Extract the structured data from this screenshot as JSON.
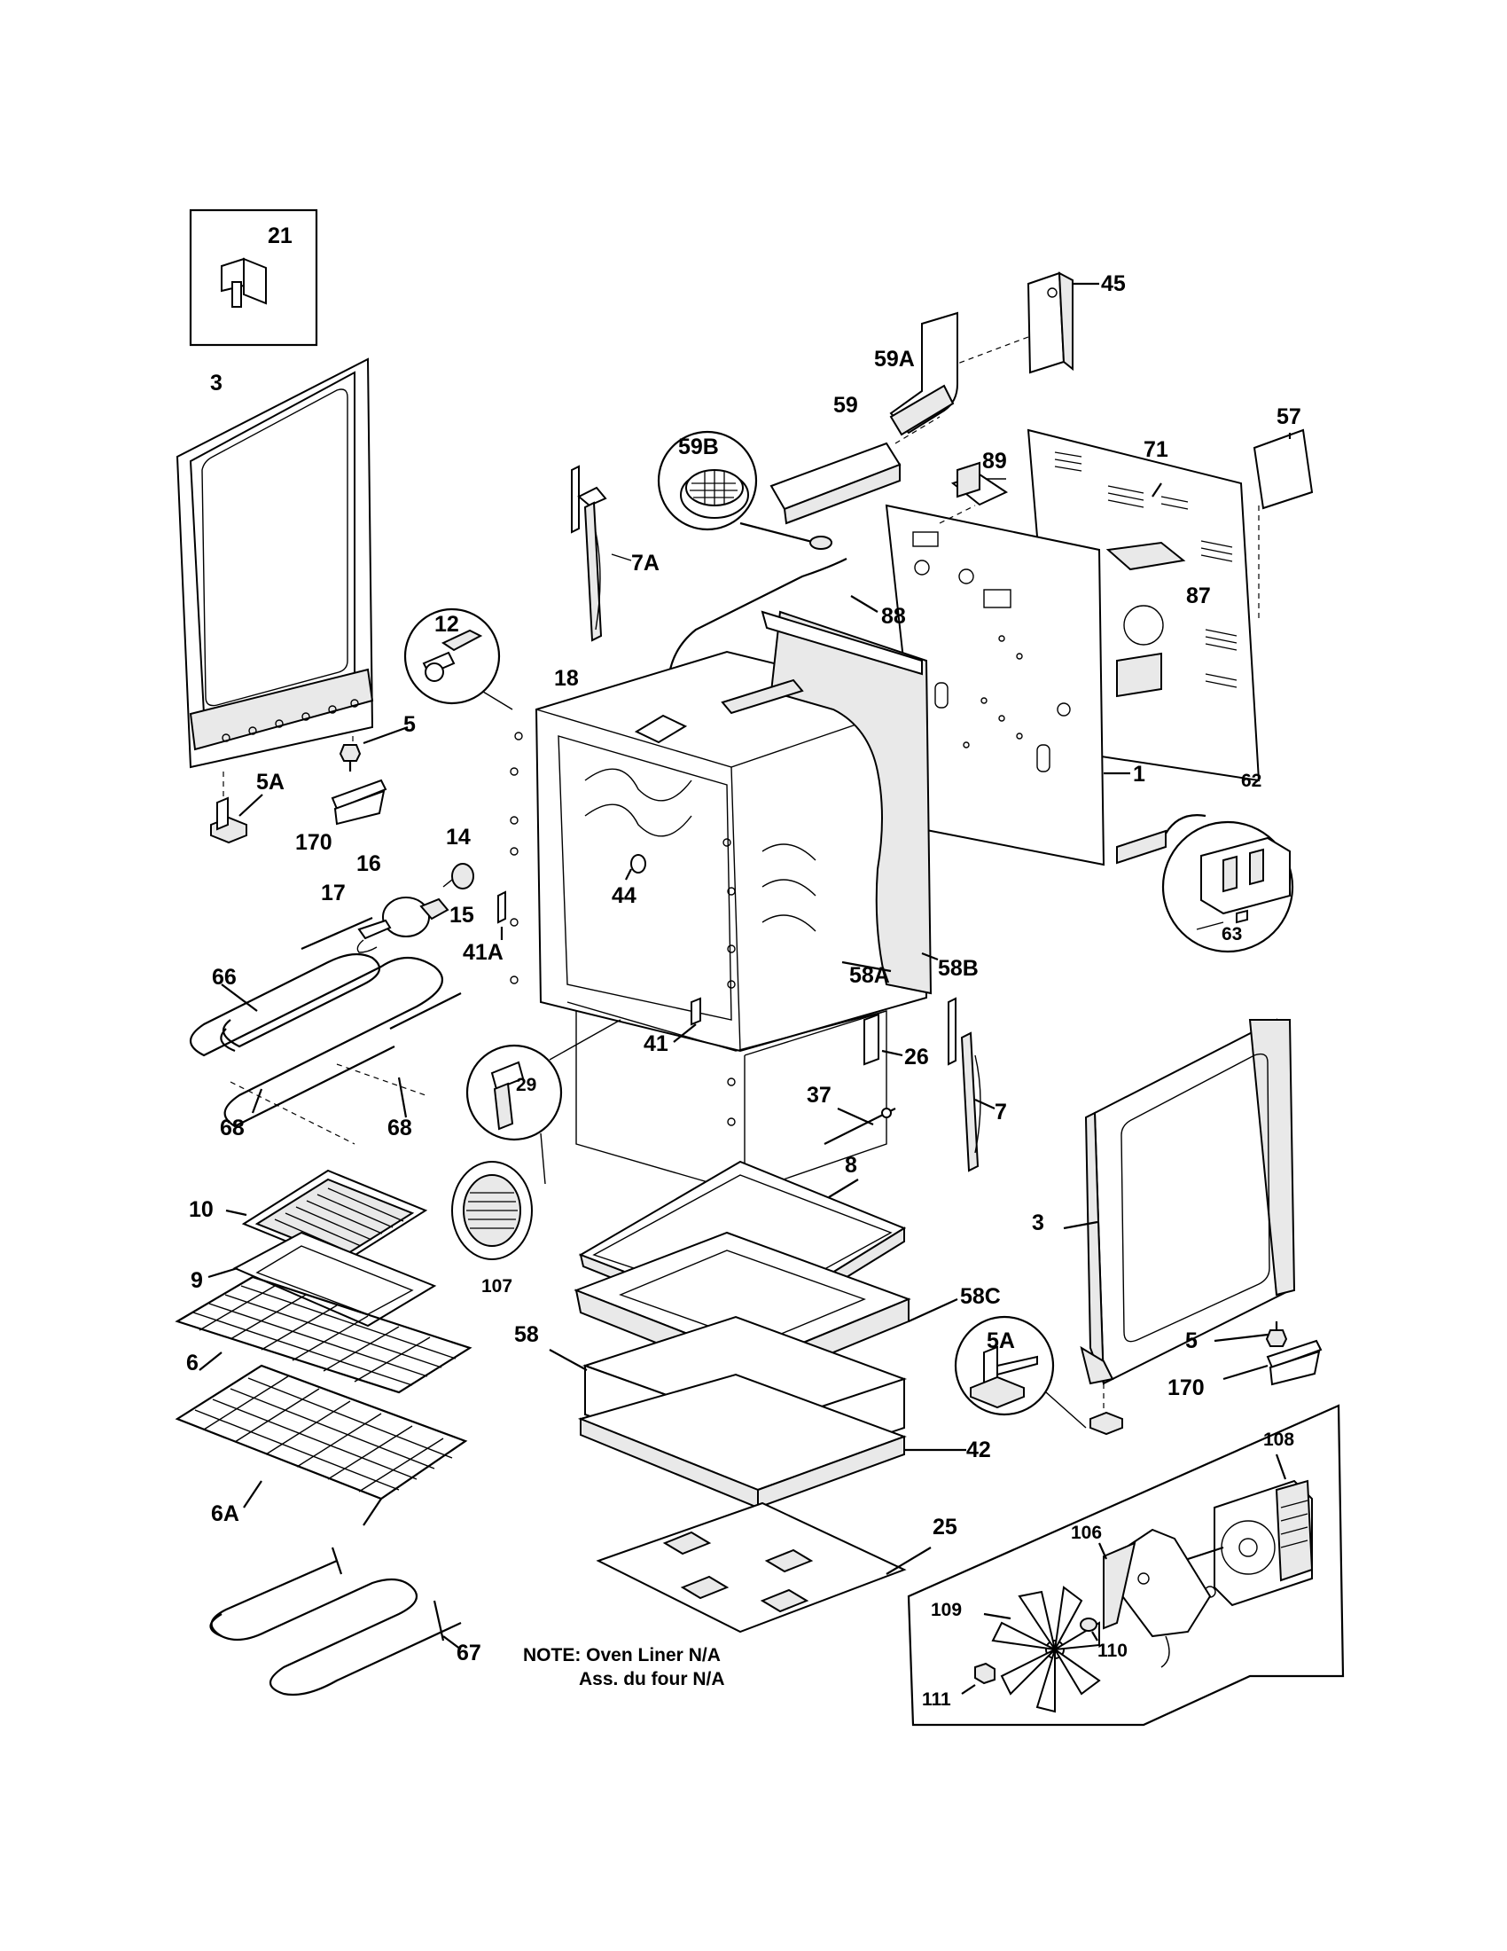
{
  "labels": {
    "l21": "21",
    "l45": "45",
    "l3a": "3",
    "l59a": "59A",
    "l57": "57",
    "l59": "59",
    "l71": "71",
    "l59b": "59B",
    "l89": "89",
    "l7a": "7A",
    "l87": "87",
    "l88": "88",
    "l12": "12",
    "l18": "18",
    "l5a": "5",
    "l1": "1",
    "l62": "62",
    "l5aa": "5A",
    "l14": "14",
    "l170a": "170",
    "l16": "16",
    "l17": "17",
    "l44": "44",
    "l15": "15",
    "l63": "63",
    "l41a": "41A",
    "l58a": "58A",
    "l58b": "58B",
    "l66": "66",
    "l41": "41",
    "l26": "26",
    "l29": "29",
    "l37": "37",
    "l7": "7",
    "l68a": "68",
    "l68b": "68",
    "l8": "8",
    "l10": "10",
    "l3b": "3",
    "l9": "9",
    "l107": "107",
    "l58c": "58C",
    "l58": "58",
    "l5ab": "5A",
    "l5b": "5",
    "l6": "6",
    "l170b": "170",
    "l42": "42",
    "l108": "108",
    "l6a": "6A",
    "l25": "25",
    "l106": "106",
    "l109": "109",
    "l110": "110",
    "l67": "67",
    "l111": "111"
  },
  "note": {
    "line1": "NOTE: Oven Liner N/A",
    "line2": "Ass. du four N/A"
  }
}
